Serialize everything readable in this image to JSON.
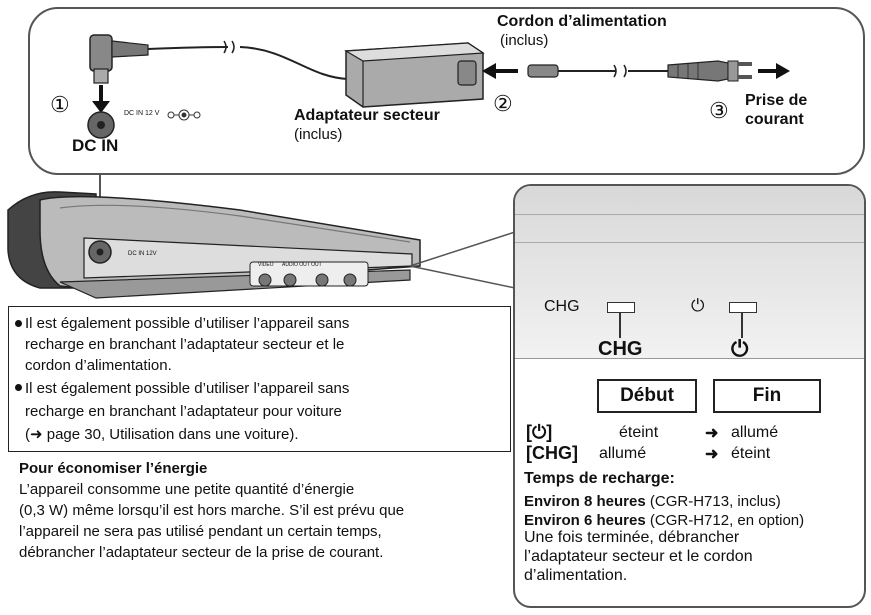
{
  "top": {
    "cord_title": "Cordon d’alimentation",
    "cord_note": "(inclus)",
    "adapter_title": "Adaptateur secteur",
    "adapter_note": "(inclus)",
    "outlet_line1": "Prise de",
    "outlet_line2": "courant",
    "dcin_label": "DC IN",
    "dcin_small": "DC IN 12 V",
    "step1": "①",
    "step2": "②",
    "step3": "③"
  },
  "device": {
    "dcin_small": "DC IN 12V",
    "video_label": "VIDEO",
    "audio_label": "AUDIO OUT OUT"
  },
  "bullets": [
    {
      "lines": [
        "Il est également possible d’utiliser l’appareil sans",
        "recharge en branchant l’adaptateur secteur et le",
        "cordon d’alimentation."
      ]
    },
    {
      "lines": [
        "Il est également possible d’utiliser l’appareil sans",
        "recharge en branchant l’adaptateur pour voiture",
        "(➜ page 30, Utilisation dans une voiture)."
      ]
    }
  ],
  "energy": {
    "heading": "Pour économiser l’énergie",
    "lines": [
      "L’appareil consomme une petite quantité d’énergie",
      "(0,3 W) même lorsqu’il est hors marche. S’il est prévu que",
      "l’appareil ne sera pas utilisé pendant un certain temps,",
      "débrancher l’adaptateur secteur de la prise de courant."
    ]
  },
  "panel": {
    "chg_small": "CHG",
    "power_symbol": "⏻",
    "chg_big": "CHG",
    "start_label": "Début",
    "end_label": "Fin",
    "row1_key": "[⏻]",
    "row1_start": "éteint",
    "row1_arrow": "➜",
    "row1_end": "allumé",
    "row2_key": "[CHG]",
    "row2_start": "allumé",
    "row2_arrow": "➜",
    "row2_end": "éteint",
    "time_heading": "Temps de recharge:",
    "time1_bold": "Environ 8 heures",
    "time1_rest": " (CGR-H713, inclus)",
    "time2_bold": "Environ 6 heures",
    "time2_rest": " (CGR-H712, en option)",
    "after_lines": [
      "Une fois terminée, débrancher",
      "l’adaptateur secteur et le cordon",
      "d’alimentation."
    ]
  }
}
